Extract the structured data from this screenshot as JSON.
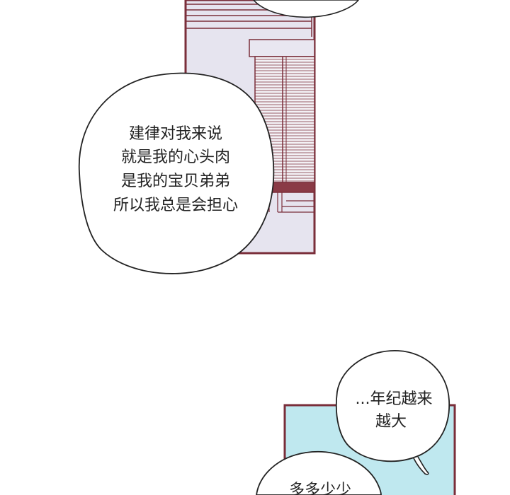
{
  "panels": {
    "upper": {
      "frame_color": "#7a2e3a",
      "wall_color": "#e6e4ef",
      "window_frame_color": "#7a2e3a",
      "blinds_color": "#f3f1f5"
    },
    "lower": {
      "frame_color": "#7a2e3a",
      "sky_color": "#bfe8ef"
    }
  },
  "bubbles": {
    "top_partial": {
      "lines": []
    },
    "main": {
      "lines": [
        "建律对我来说",
        "就是我的心头肉",
        "是我的宝贝弟弟",
        "所以我总是会担心"
      ]
    },
    "right": {
      "lines": [
        "...年纪越来",
        "越大"
      ]
    },
    "bottom": {
      "lines": [
        "多多少少"
      ]
    }
  },
  "colors": {
    "outline": "#222222",
    "bubble_fill": "#ffffff"
  }
}
